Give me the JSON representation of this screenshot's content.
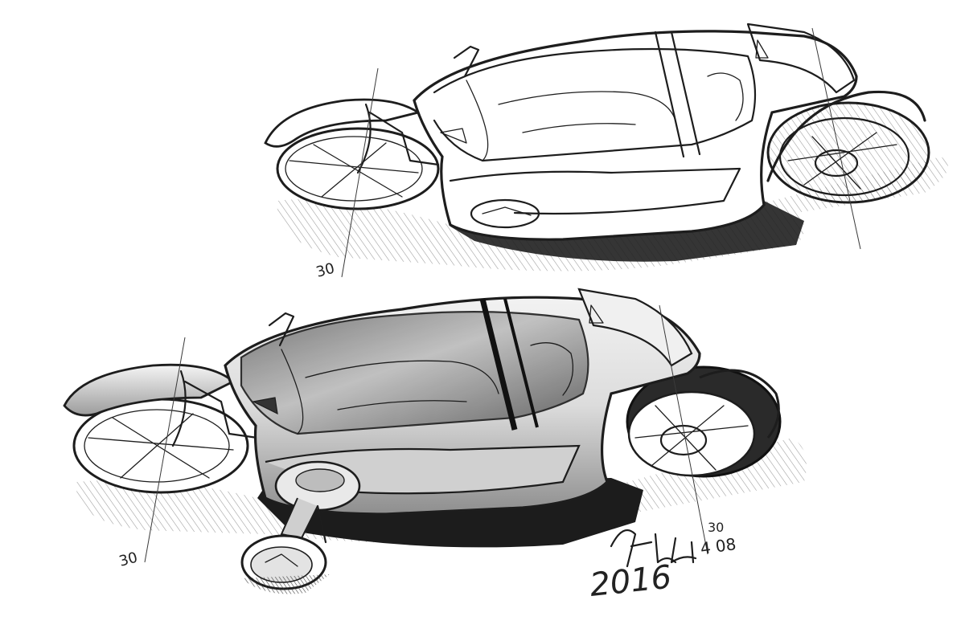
{
  "sketch": {
    "angle_marks": [
      "30",
      "30",
      "30"
    ],
    "signature_year": "2016",
    "signature_date": "4 08"
  },
  "colors": {
    "paper": "#ffffff",
    "graphite": "#1d1d1d",
    "shadow": "#2a2a2a",
    "shade_light": "#c9c9c9",
    "shade_mid": "#9a9a9a"
  }
}
